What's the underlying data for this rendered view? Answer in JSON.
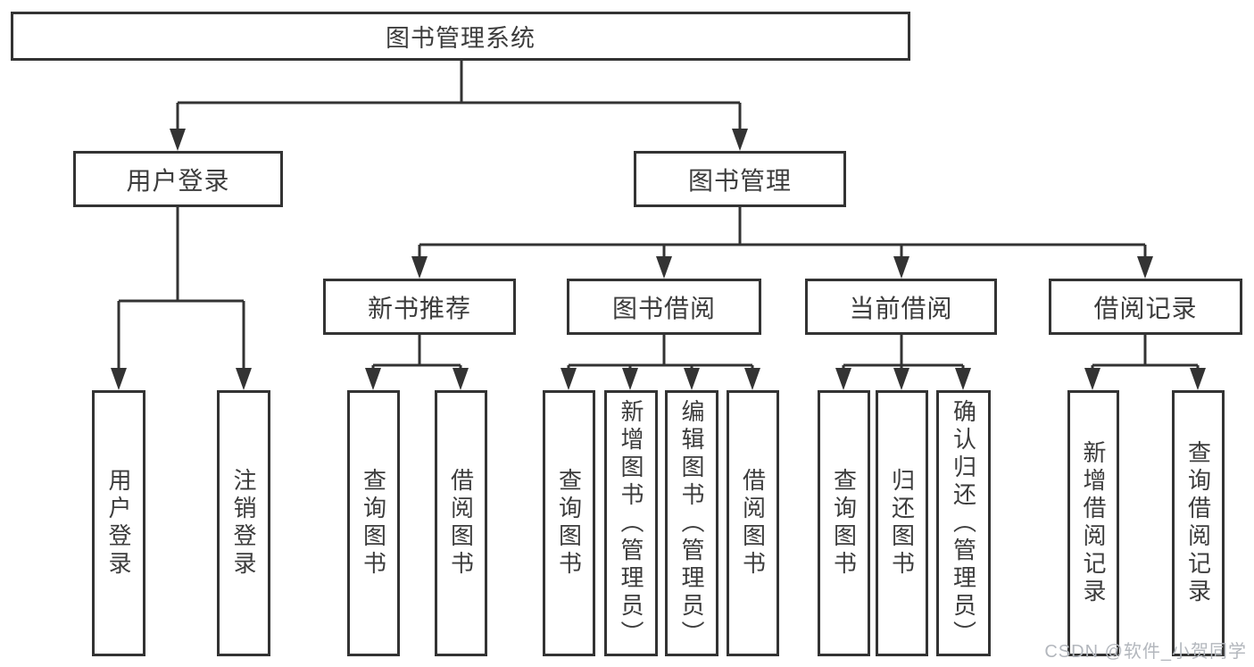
{
  "tree": {
    "root": "图书管理系统",
    "branches": {
      "user_login": {
        "label": "用户登录",
        "children": [
          "用户登录",
          "注销登录"
        ]
      },
      "book_management": {
        "label": "图书管理",
        "groups": [
          {
            "label": "新书推荐",
            "children": [
              "查询图书",
              "借阅图书"
            ]
          },
          {
            "label": "图书借阅",
            "children": [
              "查询图书",
              "新增图书（管理员）",
              "编辑图书（管理员）",
              "借阅图书"
            ]
          },
          {
            "label": "当前借阅",
            "children": [
              "查询图书",
              "归还图书",
              "确认归还（管理员）"
            ]
          },
          {
            "label": "借阅记录",
            "children": [
              "新增借阅记录",
              "查询借阅记录"
            ]
          }
        ]
      }
    }
  },
  "watermark": {
    "text": "CSDN @软件_小贺同学"
  },
  "colors": {
    "line": "#333333",
    "node_border": "#333333",
    "node_text": "#3c3c3c",
    "watermark": "#b3b7bd",
    "background": "#ffffff"
  }
}
